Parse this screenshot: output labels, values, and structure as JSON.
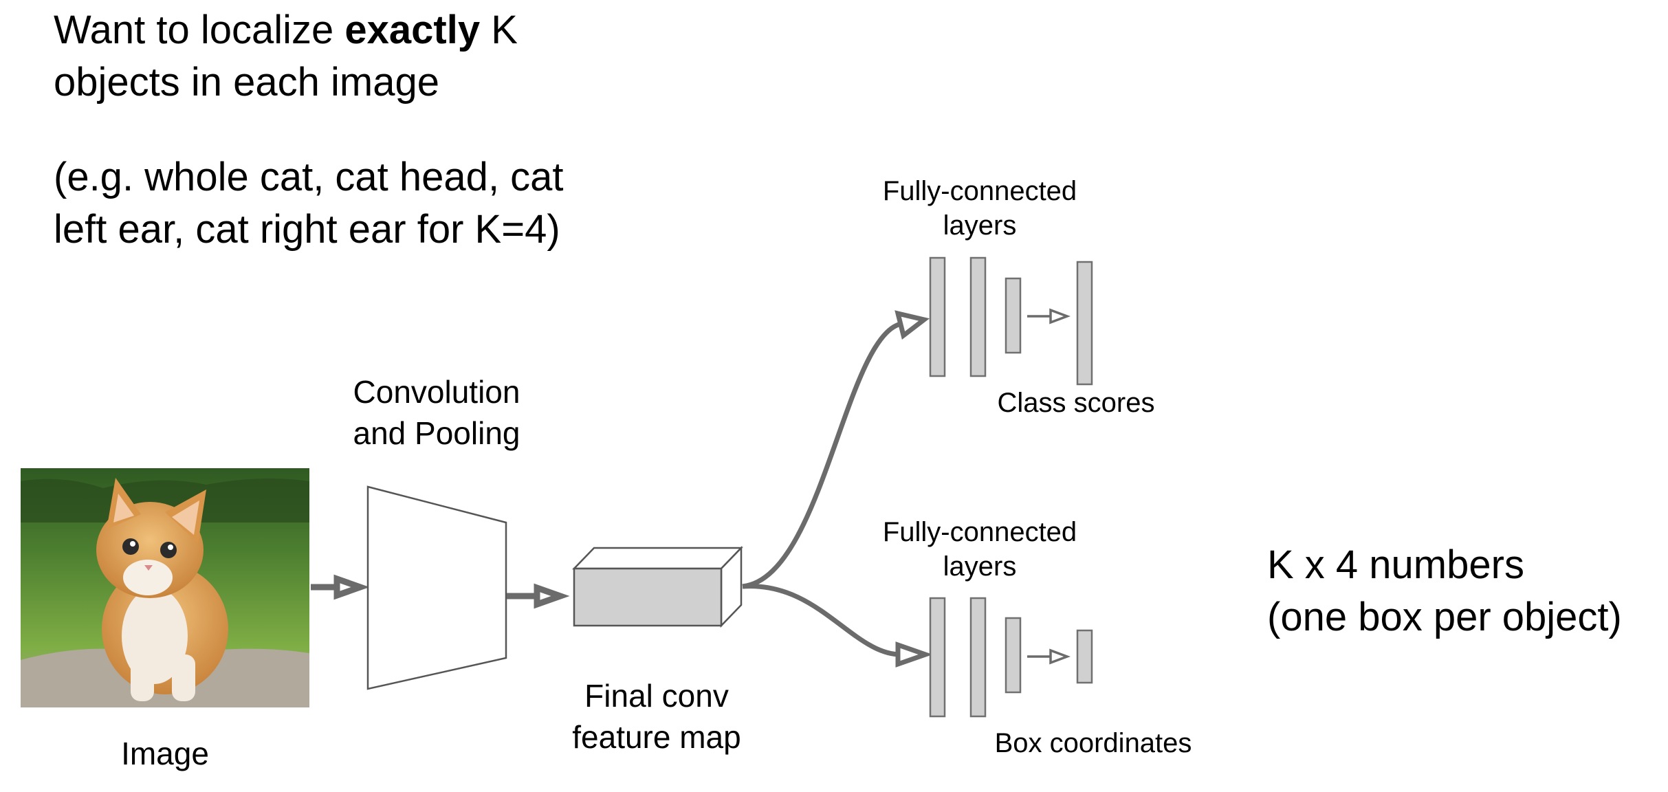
{
  "slide": {
    "heading": {
      "line1_prefix": "Want to localize ",
      "line1_bold": "exactly",
      "line1_suffix": " K",
      "line2": "objects in each image"
    },
    "example": {
      "line1": "(e.g. whole cat, cat head, cat",
      "line2": "left ear, cat right ear for K=4)"
    }
  },
  "diagram": {
    "image_caption": "Image",
    "conv_label": {
      "line1": "Convolution",
      "line2": "and Pooling"
    },
    "feature_map_label": {
      "line1": "Final conv",
      "line2": "feature map"
    },
    "fc_top_label": {
      "line1": "Fully-connected",
      "line2": "layers"
    },
    "fc_bottom_label": {
      "line1": "Fully-connected",
      "line2": "layers"
    },
    "class_scores_label": "Class scores",
    "box_coordinates_label": "Box coordinates",
    "output": {
      "line1": "K x 4 numbers",
      "line2": "(one box per object)"
    },
    "colors": {
      "arrow": "#6b6b6b",
      "block_fill": "#d0d0d0",
      "block_stroke": "#707070",
      "outline": "#555555",
      "grass_dark": "#3f6e2a",
      "grass_light": "#7fae45",
      "cat_fur": "#d9964a",
      "cat_white": "#f3ebe0",
      "rock": "#a9a196"
    }
  }
}
